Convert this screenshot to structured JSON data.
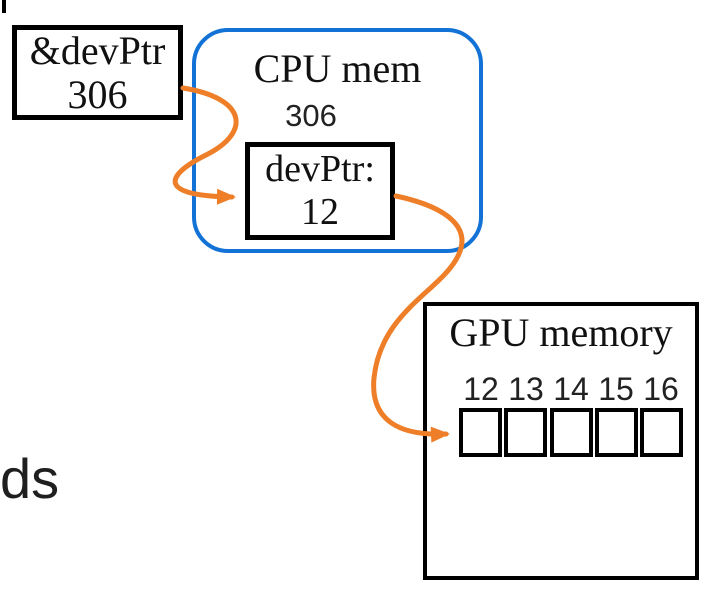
{
  "colors": {
    "blue": "#1272d6",
    "orange": "#ee7e28",
    "border_black": "#000000",
    "text": "#111111"
  },
  "address_box": {
    "line1": "&devPtr",
    "line2": "306"
  },
  "cpu": {
    "title": "CPU mem",
    "address_label": "306",
    "var_box": {
      "line1": "devPtr:",
      "line2": "12"
    }
  },
  "gpu": {
    "title": "GPU memory",
    "cell_labels": [
      "12",
      "13",
      "14",
      "15",
      "16"
    ],
    "cell_count": 5
  },
  "left_text": "ds",
  "icons": {
    "arrow1": "curved-arrow-address-to-devptr",
    "arrow2": "curved-arrow-devptr-to-gpu-cell"
  }
}
